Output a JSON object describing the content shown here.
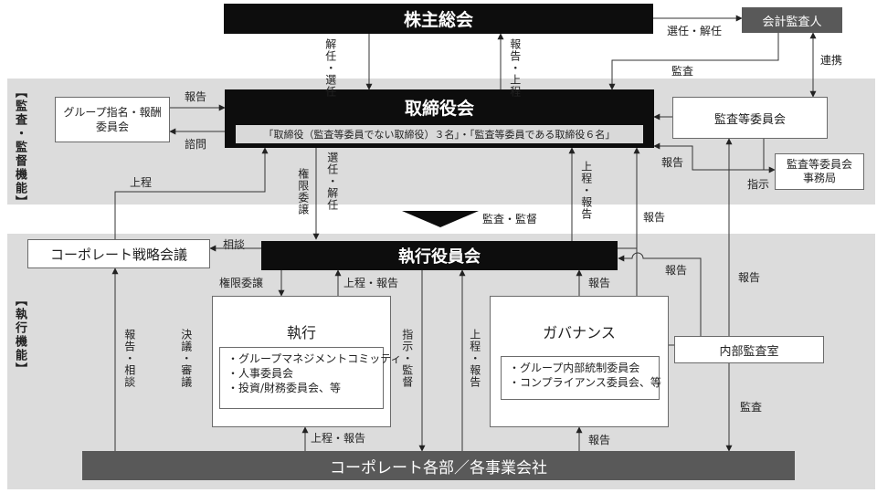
{
  "sections": {
    "audit": "【監査・監督機能】",
    "exec": "【執行機能】"
  },
  "nodes": {
    "shareholders": "株主総会",
    "auditor": "会計監査人",
    "board": "取締役会",
    "board_note": "「取締役（監査等委員でない取締役）３名」・「監査等委員である取締役６名」",
    "audit_committee": "監査等委員会",
    "audit_office": "監査等委員会事務局",
    "group_nomination": "グループ指名・報酬委員会",
    "corporate_strategy": "コーポレート戦略会議",
    "exec_officers": "執行役員会",
    "execution": "執行",
    "execution_items": [
      "・グループマネジメントコミッティ",
      "・人事委員会",
      "・投資/財務委員会、等"
    ],
    "governance": "ガバナンス",
    "governance_items": [
      "・グループ内部統制委員会",
      "・コンプライアンス委員会、等"
    ],
    "internal_audit": "内部監査室",
    "corporate_depts": "コーポレート各部／各事業会社"
  },
  "labels": {
    "elect_dismiss_v": "解任・選任",
    "report_submit_v": "報告・上程",
    "elect_dismiss_h": "選任・解任",
    "audit_1": "監査",
    "cooperation": "連携",
    "report_1": "報告",
    "inquiry": "諮問",
    "submit_1": "上程",
    "delegation_v": "権限委譲",
    "elect_dismiss_v2": "選任・解任",
    "submit_report_v": "上程・報告",
    "report_2": "報告",
    "report_3": "報告",
    "instruction": "指示",
    "audit_supervise": "監査・監督",
    "consult": "相談",
    "delegation_h": "権限委譲",
    "submit_report_1": "上程・報告",
    "report_4": "報告",
    "report_5": "報告",
    "report_6": "報告",
    "report_consult_v": "報告・相談",
    "resolution_v": "決議・審議",
    "instruct_audit_v": "指示・監督",
    "submit_report_v2": "上程・報告",
    "submit_report_2": "上程・報告",
    "report_7": "報告",
    "audit_2": "監査"
  }
}
